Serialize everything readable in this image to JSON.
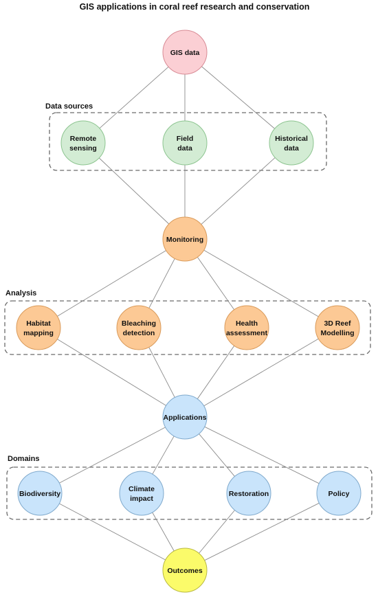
{
  "title": "GIS applications in coral reef research and conservation",
  "colors": {
    "pink": {
      "fill": "#fbcfd4",
      "stroke": "#d88a94"
    },
    "green": {
      "fill": "#d3ecd4",
      "stroke": "#8cc48f"
    },
    "orange": {
      "fill": "#fcc995",
      "stroke": "#d99a5a"
    },
    "blue": {
      "fill": "#c9e4fb",
      "stroke": "#7fa9cc"
    },
    "yellow": {
      "fill": "#fbfb6a",
      "stroke": "#b8b840"
    },
    "edge": "#8a8a8a",
    "group_border": "#6a6a6a"
  },
  "groups": [
    {
      "id": "data_sources",
      "label": "Data sources"
    },
    {
      "id": "analysis",
      "label": "Analysis"
    },
    {
      "id": "domains",
      "label": "Domains"
    }
  ],
  "nodes": [
    {
      "id": "gis",
      "lines": [
        "GIS data"
      ],
      "color": "pink"
    },
    {
      "id": "remote",
      "lines": [
        "Remote",
        "sensing"
      ],
      "color": "green"
    },
    {
      "id": "field",
      "lines": [
        "Field",
        "data"
      ],
      "color": "green"
    },
    {
      "id": "historical",
      "lines": [
        "Historical",
        "data"
      ],
      "color": "green"
    },
    {
      "id": "monitoring",
      "lines": [
        "Monitoring"
      ],
      "color": "orange"
    },
    {
      "id": "habitat",
      "lines": [
        "Habitat",
        "mapping"
      ],
      "color": "orange"
    },
    {
      "id": "bleaching",
      "lines": [
        "Bleaching",
        "detection"
      ],
      "color": "orange"
    },
    {
      "id": "health",
      "lines": [
        "Health",
        "assessment"
      ],
      "color": "orange"
    },
    {
      "id": "reef3d",
      "lines": [
        "3D Reef",
        "Modelling"
      ],
      "color": "orange"
    },
    {
      "id": "applications",
      "lines": [
        "Applications"
      ],
      "color": "blue"
    },
    {
      "id": "biodiversity",
      "lines": [
        "Biodiversity"
      ],
      "color": "blue"
    },
    {
      "id": "climate",
      "lines": [
        "Climate",
        "impact"
      ],
      "color": "blue"
    },
    {
      "id": "restoration",
      "lines": [
        "Restoration"
      ],
      "color": "blue"
    },
    {
      "id": "policy",
      "lines": [
        "Policy"
      ],
      "color": "blue"
    },
    {
      "id": "outcomes",
      "lines": [
        "Outcomes"
      ],
      "color": "yellow"
    }
  ],
  "edges": [
    [
      "gis",
      "remote"
    ],
    [
      "gis",
      "field"
    ],
    [
      "gis",
      "historical"
    ],
    [
      "remote",
      "monitoring"
    ],
    [
      "field",
      "monitoring"
    ],
    [
      "historical",
      "monitoring"
    ],
    [
      "monitoring",
      "habitat"
    ],
    [
      "monitoring",
      "bleaching"
    ],
    [
      "monitoring",
      "health"
    ],
    [
      "monitoring",
      "reef3d"
    ],
    [
      "habitat",
      "applications"
    ],
    [
      "bleaching",
      "applications"
    ],
    [
      "health",
      "applications"
    ],
    [
      "reef3d",
      "applications"
    ],
    [
      "applications",
      "biodiversity"
    ],
    [
      "applications",
      "climate"
    ],
    [
      "applications",
      "restoration"
    ],
    [
      "applications",
      "policy"
    ],
    [
      "biodiversity",
      "outcomes"
    ],
    [
      "climate",
      "outcomes"
    ],
    [
      "restoration",
      "outcomes"
    ],
    [
      "policy",
      "outcomes"
    ]
  ]
}
